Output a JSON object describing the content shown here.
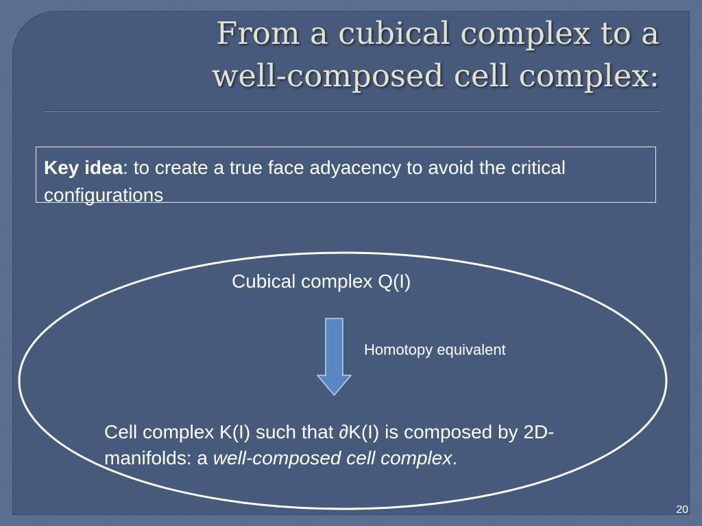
{
  "slide": {
    "title_line1": "From a cubical complex to a",
    "title_line2": "well-composed cell complex:",
    "key_idea": {
      "label": "Key idea",
      "text": ": to create a true face adyacency to avoid the critical configurations"
    },
    "diagram": {
      "top_label": "Cubical complex Q(I)",
      "arrow_label": "Homotopy equivalent",
      "bottom_label_prefix": "Cell complex K(I) such that ∂K(I) is composed by 2D-manifolds: a ",
      "bottom_label_emphasis": "well-composed cell complex",
      "bottom_label_suffix": "."
    },
    "page_number": "20"
  },
  "colors": {
    "background": "#5b6e90",
    "slide_panel": "#465a7c",
    "title_text": "#e4e1cc",
    "body_text": "#ffffff",
    "arrow_fill": "#5b86c4",
    "arrow_stroke": "#c5d3ea"
  }
}
